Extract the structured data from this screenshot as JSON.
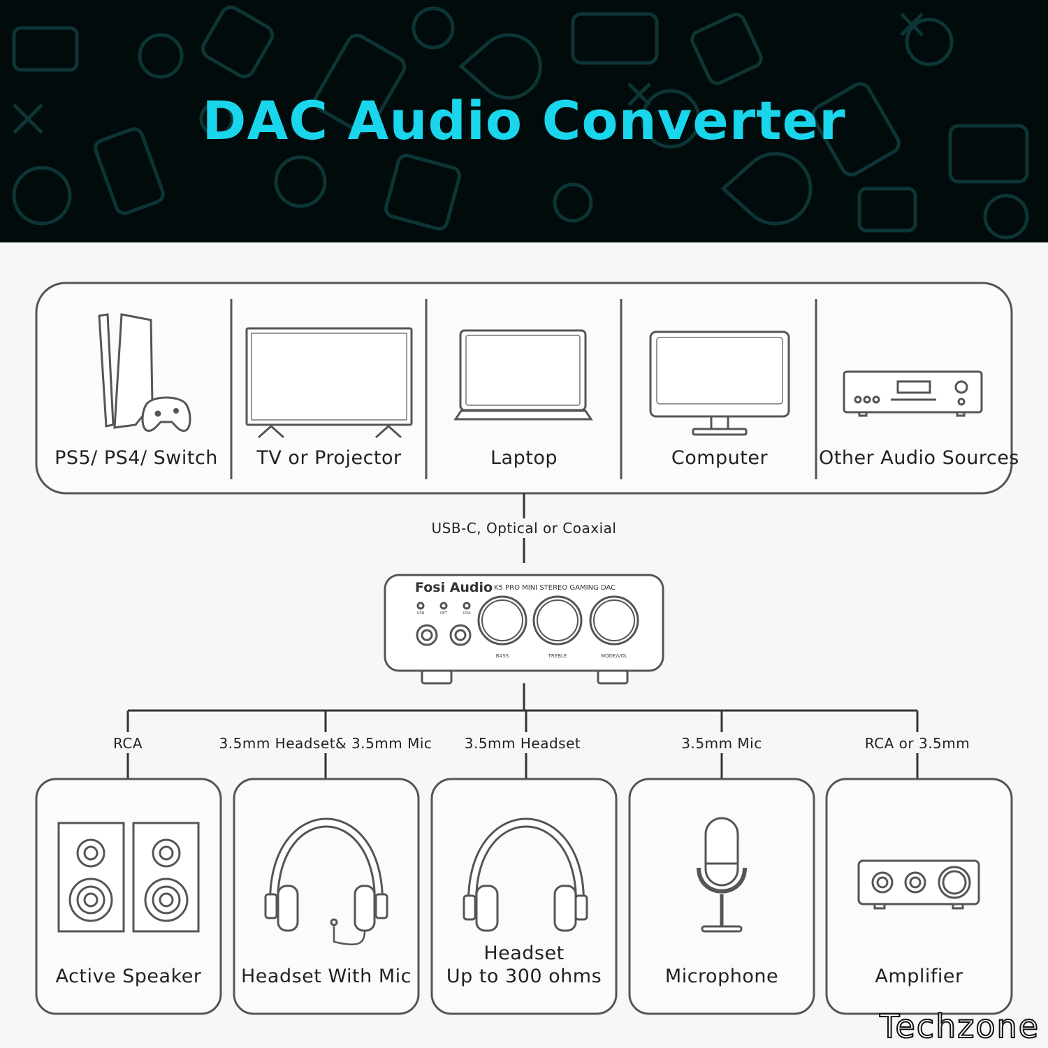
{
  "title": "DAC Audio Converter",
  "sources": [
    {
      "label": "PS5/ PS4/ Switch",
      "icon": "console-icon"
    },
    {
      "label": "TV or Projector",
      "icon": "tv-icon"
    },
    {
      "label": "Laptop",
      "icon": "laptop-icon"
    },
    {
      "label": "Computer",
      "icon": "monitor-icon"
    },
    {
      "label": "Other Audio Sources",
      "icon": "audio-source-icon"
    }
  ],
  "input_connection": "USB-C, Optical or Coaxial",
  "dac": {
    "brand": "Fosi Audio",
    "model": "K5 PRO MINI STEREO GAMING DAC",
    "inputs": [
      "USB",
      "OPT",
      "COA"
    ],
    "knobs": [
      "BASS",
      "TREBLE",
      "MODE/VOL"
    ]
  },
  "outputs": [
    {
      "connection": "RCA",
      "label": "Active Speaker",
      "icon": "speaker-icon"
    },
    {
      "connection": "3.5mm Headset& 3.5mm Mic",
      "label": "Headset With Mic",
      "icon": "headset-mic-icon"
    },
    {
      "connection": "3.5mm Headset",
      "label": "Headset",
      "label2": "Up to 300 ohms",
      "icon": "headphones-icon"
    },
    {
      "connection": "3.5mm Mic",
      "label": "Microphone",
      "icon": "microphone-icon"
    },
    {
      "connection": "RCA or 3.5mm",
      "label": "Amplifier",
      "icon": "amplifier-icon"
    }
  ],
  "watermark": "Techzone",
  "colors": {
    "title": "#1ad6ec",
    "header_bg": "#020b0c",
    "line": "#444444"
  }
}
